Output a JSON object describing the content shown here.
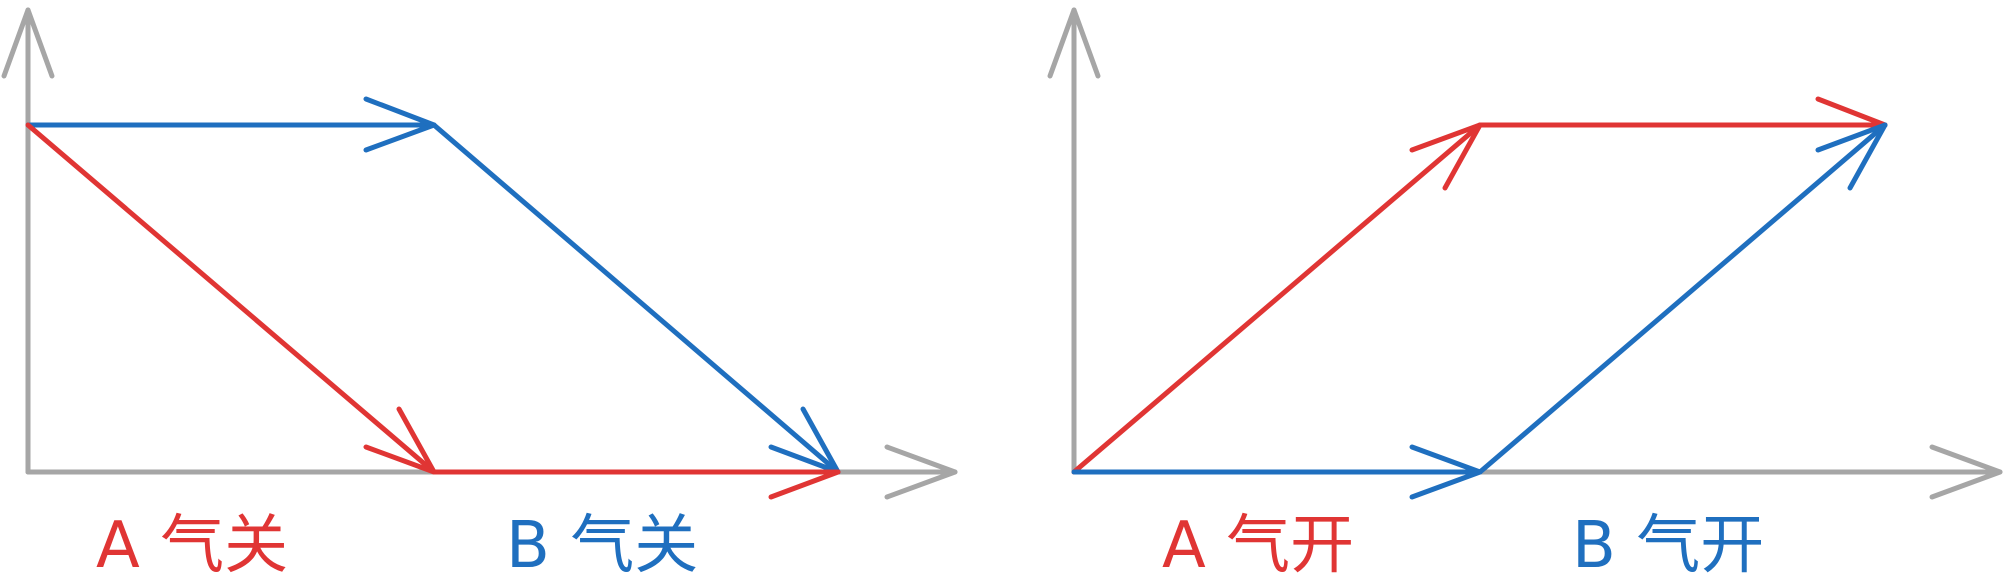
{
  "colors": {
    "axis": "#a6a6a6",
    "red": "#e03534",
    "blue": "#1f6fbf",
    "background": "#ffffff"
  },
  "panels": [
    {
      "id": "valve-closed",
      "labels": [
        {
          "text": "A 气关",
          "color_key": "red"
        },
        {
          "text": "B 气关",
          "color_key": "blue"
        }
      ]
    },
    {
      "id": "valve-open",
      "labels": [
        {
          "text": "A 气开",
          "color_key": "red"
        },
        {
          "text": "B 气开",
          "color_key": "blue"
        }
      ]
    }
  ]
}
